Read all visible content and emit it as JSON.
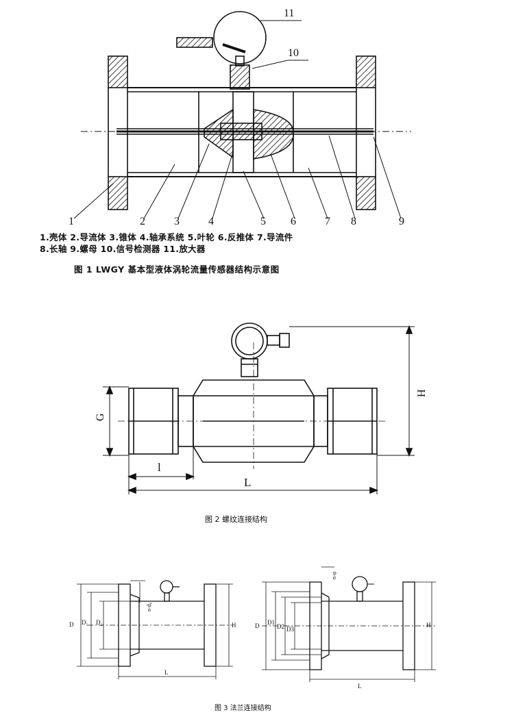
{
  "figure1": {
    "callouts": [
      "1",
      "2",
      "3",
      "4",
      "5",
      "6",
      "7",
      "8",
      "9",
      "10",
      "11"
    ],
    "legend_line1": "1.壳体 2.导流体 3.锥体 4.轴承系统 5.叶轮 6.反推体 7.导流件",
    "legend_line2": "8.长轴 9.螺母 10.信号检测器 11.放大器",
    "caption": "图 1   LWGY 基本型液体涡轮流量传感器结构示意图"
  },
  "figure2": {
    "labels": {
      "g": "G",
      "h": "H",
      "l_small": "l",
      "l_total": "L"
    },
    "caption": "图 2   螺纹连接结构"
  },
  "figure3": {
    "left_labels": {
      "d": "D",
      "d1": "D₁",
      "d2": "D₂",
      "ndo": "n-d₀",
      "h": "H",
      "l": "L"
    },
    "right_labels": {
      "d": "D",
      "d1": "D1",
      "d2": "D2",
      "d3": "D3",
      "nphi": "n-φ",
      "h": "H",
      "l": "L"
    },
    "caption": "图 3   法兰连接结构"
  }
}
